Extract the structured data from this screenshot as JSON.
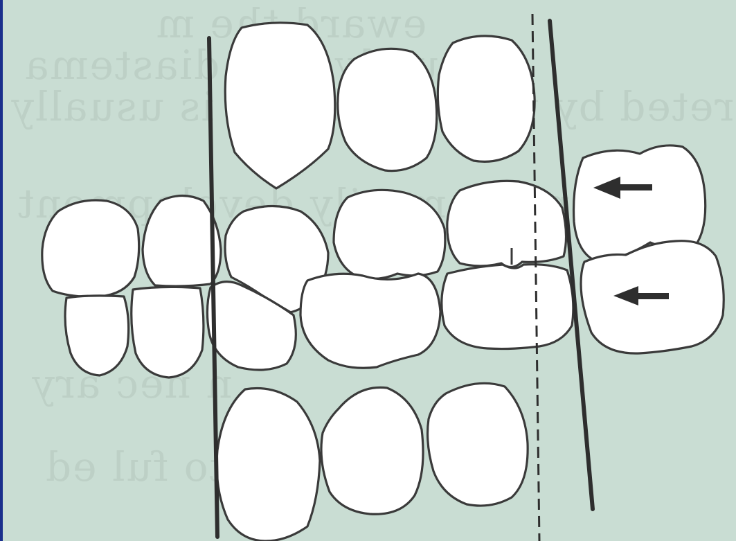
{
  "figure": {
    "background_color": "#c9ddd3",
    "border_color": "#1a2f8c",
    "ink_color": "#2e2e2e"
  },
  "bleed_through_text": [
    "eward the   m",
    "usually a  t  .   diastema",
    "terpreted by the parents as  is usually",
    "cal  sp   Mmmarily development",
    "n    nec     ary",
    "to  ful  ed"
  ],
  "elements": {
    "upper_teeth": [
      "upper-incisor-left",
      "upper-incisor-middle",
      "upper-incisor-right"
    ],
    "middle_teeth": [
      "molar-1",
      "molar-2",
      "premolar-1",
      "premolar-2",
      "premolar-3",
      "canine",
      "molar-shifted-upper",
      "molar-shifted-lower"
    ],
    "lower_teeth": [
      "lower-incisor-left",
      "lower-incisor-middle",
      "lower-incisor-right"
    ],
    "arrows": [
      "mesial-shift-arrow-upper",
      "mesial-shift-arrow-lower"
    ]
  }
}
